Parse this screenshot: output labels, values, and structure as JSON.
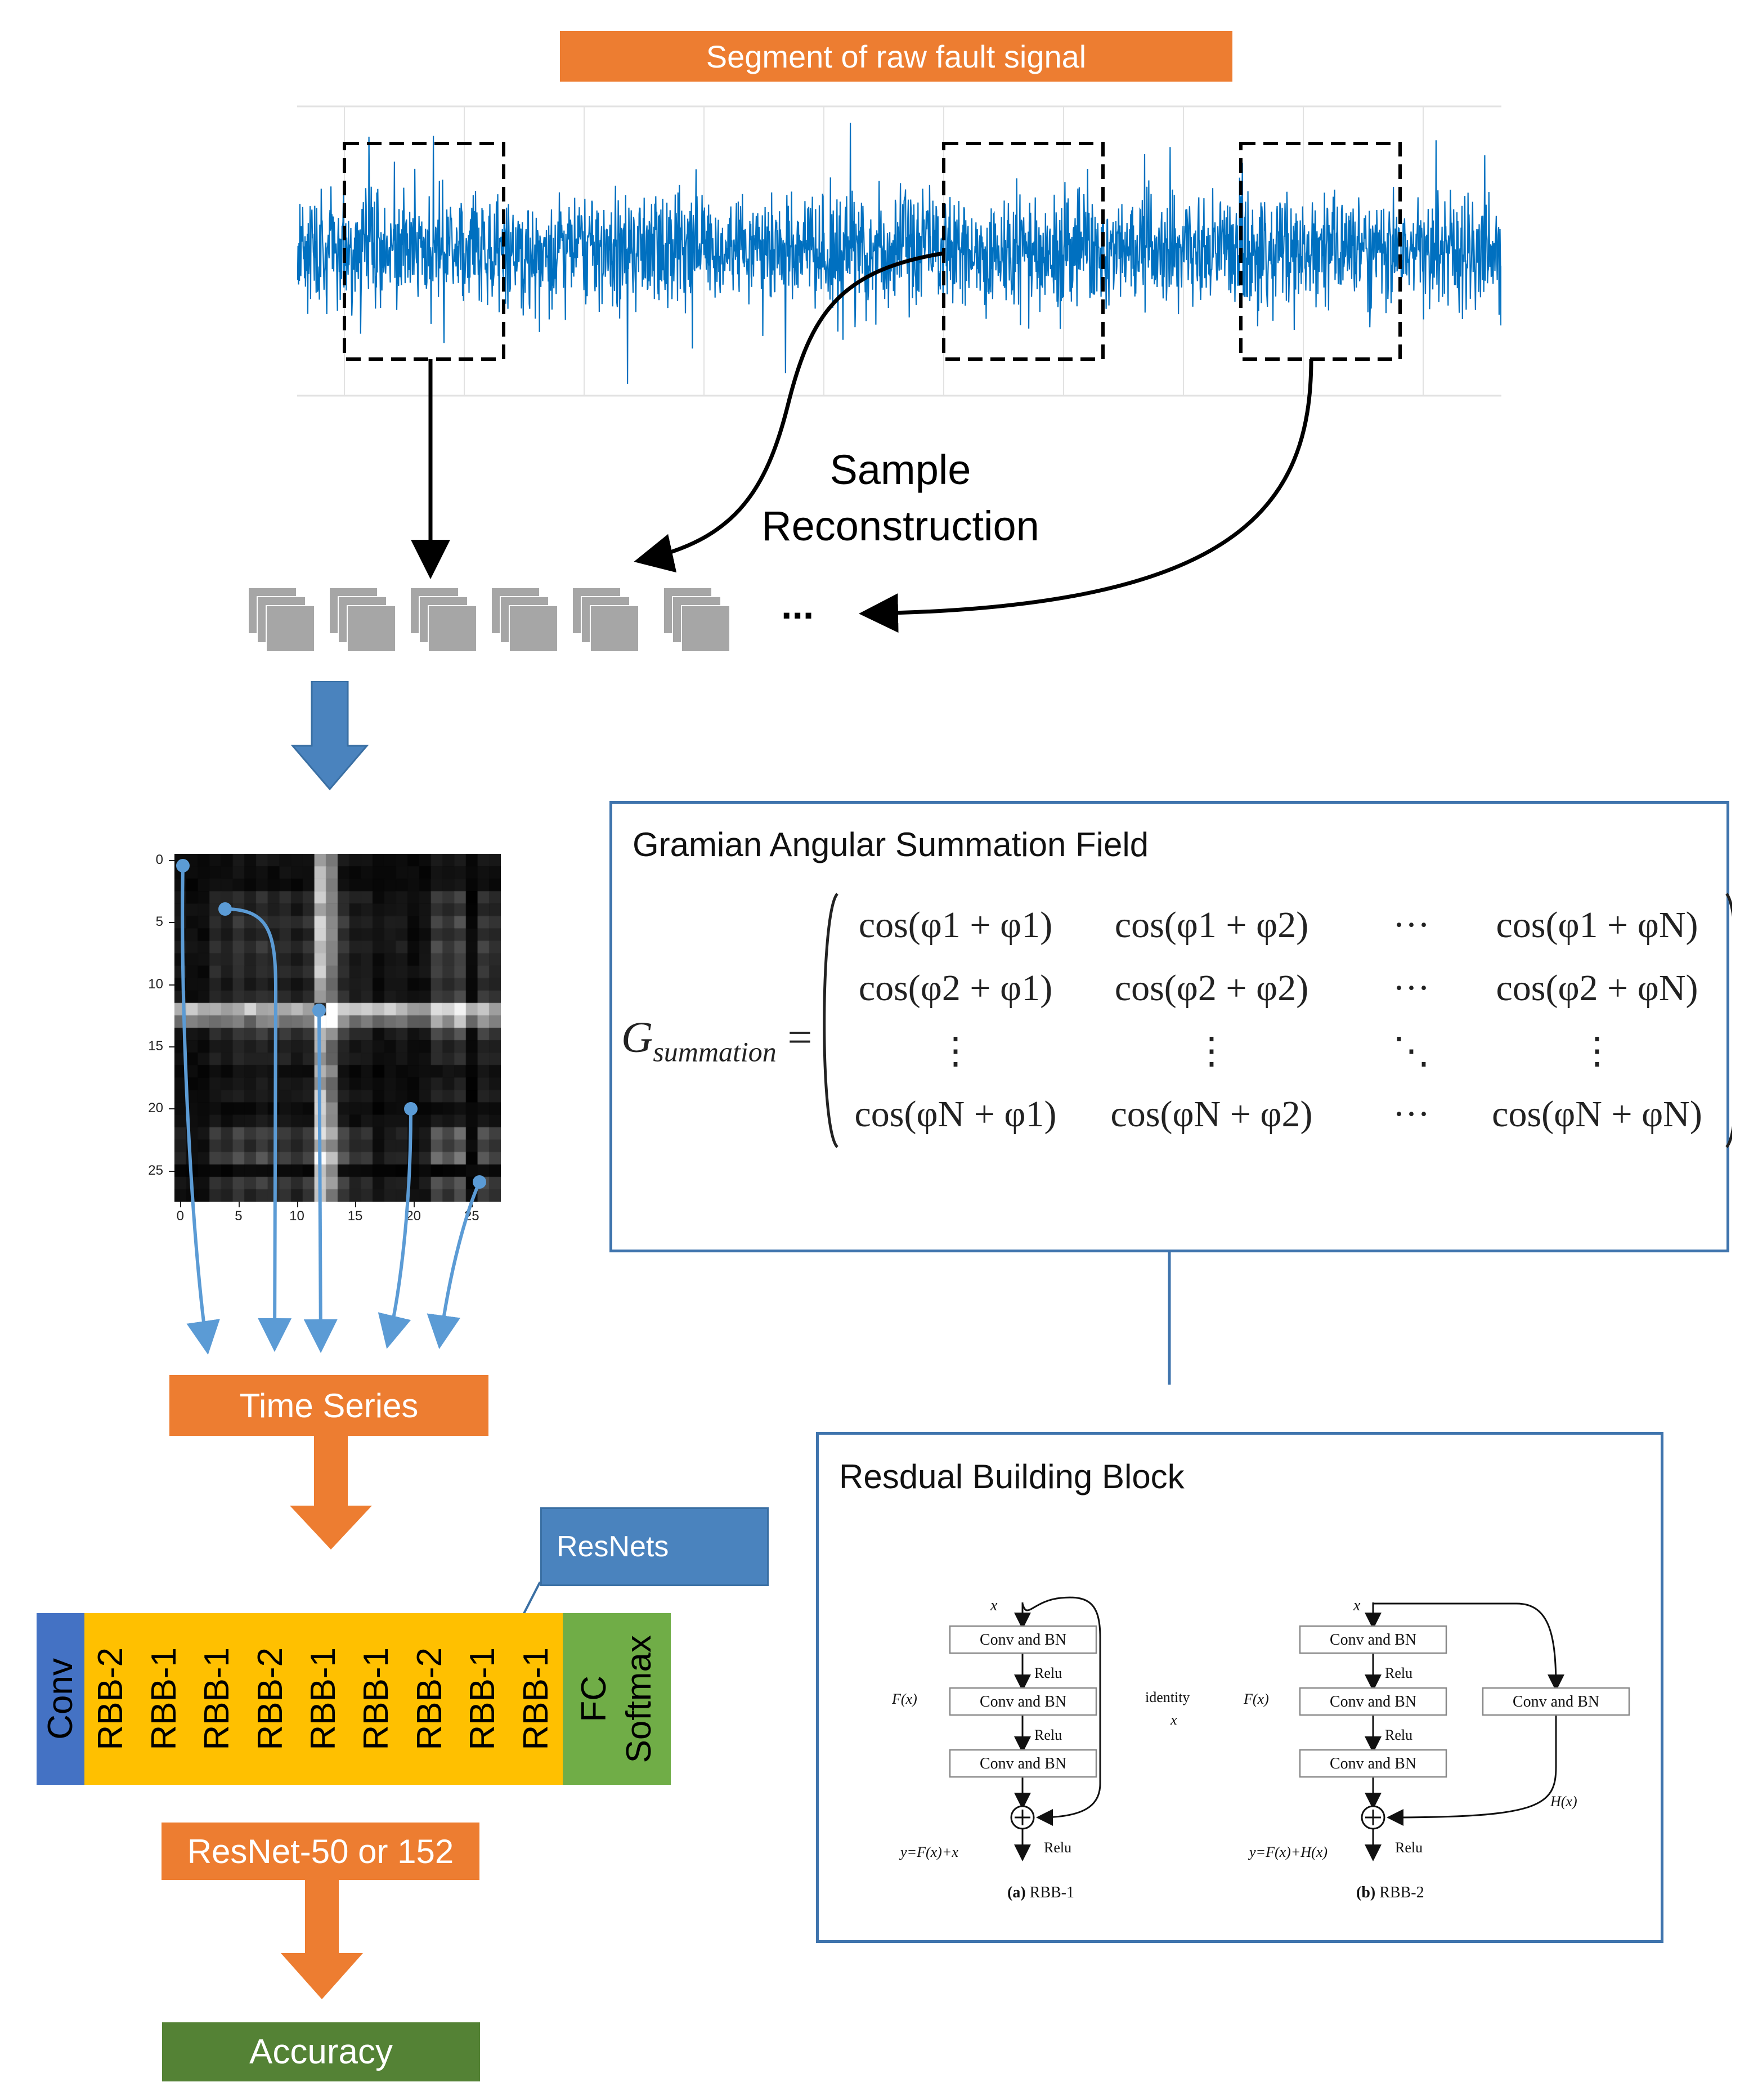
{
  "signal": {
    "title": "Segment of raw fault signal"
  },
  "reconstruction": {
    "label_line1": "Sample",
    "label_line2": "Reconstruction",
    "ellipsis": "..."
  },
  "heatmap": {
    "yticks": [
      "0",
      "5",
      "10",
      "15",
      "20",
      "25"
    ],
    "xticks": [
      "0",
      "5",
      "10",
      "15",
      "20",
      "25"
    ]
  },
  "gasf": {
    "title": "Gramian Angular Summation Field",
    "lhs": "G",
    "lhs_sub": "summation",
    "rows": [
      [
        "cos(φ1 + φ1)",
        "cos(φ1 + φ2)",
        "···",
        "cos(φ1 + φN)"
      ],
      [
        "cos(φ2 + φ1)",
        "cos(φ2 + φ2)",
        "···",
        "cos(φ2 + φN)"
      ],
      [
        "⋮",
        "⋮",
        "⋱",
        "⋮"
      ],
      [
        "cos(φN + φ1)",
        "cos(φN + φ2)",
        "···",
        "cos(φN + φN)"
      ]
    ]
  },
  "time_series": {
    "label": "Time Series"
  },
  "resnets": {
    "callout": "ResNets"
  },
  "network": {
    "conv": "Conv",
    "blocks": [
      "RBB-2",
      "RBB-1",
      "RBB-1",
      "RBB-2",
      "RBB-1",
      "RBB-1",
      "RBB-2",
      "RBB-1",
      "RBB-1"
    ],
    "fc": "FC",
    "softmax": "Softmax"
  },
  "resnet_variant": {
    "label": "ResNet-50 or 152"
  },
  "accuracy": {
    "label": "Accuracy"
  },
  "rbb": {
    "title": "Resdual Building Block",
    "a": {
      "x": "x",
      "conv1": "Conv and BN",
      "relu1": "Relu",
      "conv2": "Conv and BN",
      "relu2": "Relu",
      "conv3": "Conv and BN",
      "fx": "F(x)",
      "identity": "identity",
      "identity_x": "x",
      "y": "y=F(x)+x",
      "relu_out": "Relu",
      "caption_bold": "(a)",
      "caption": " RBB-1"
    },
    "b": {
      "x": "x",
      "conv1": "Conv and BN",
      "relu1": "Relu",
      "conv2": "Conv and BN",
      "relu2": "Relu",
      "conv3": "Conv and BN",
      "conv_side": "Conv and BN",
      "fx": "F(x)",
      "hx": "H(x)",
      "y": "y=F(x)+H(x)",
      "relu_out": "Relu",
      "caption_bold": "(b)",
      "caption": " RBB-2"
    }
  },
  "colors": {
    "orange": "#ED7D31",
    "green": "#548235",
    "conv_blue": "#4472C4",
    "rbb_yellow": "#FFC000",
    "fc_green": "#70AD47",
    "callout_blue": "#4A83BE",
    "signal_blue": "#0070C0",
    "arrow_blue": "#5B9BD5"
  }
}
